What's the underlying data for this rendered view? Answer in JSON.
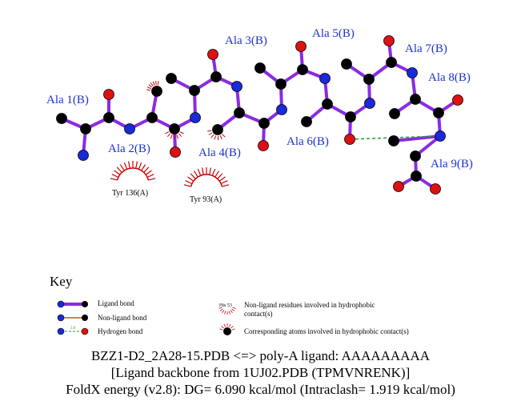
{
  "residues": [
    "Ala 1(B)",
    "Ala 2(B)",
    "Ala 3(B)",
    "Ala 4(B)",
    "Ala 5(B)",
    "Ala 6(B)",
    "Ala 7(B)",
    "Ala 8(B)",
    "Ala 9(B)"
  ],
  "contact_residues": [
    "Tyr 136(A)",
    "Tyr 93(A)"
  ],
  "key": {
    "title": "Key",
    "ligand_bond": "Ligand bond",
    "non_ligand_bond": "Non-ligand bond",
    "hydrogen_bond": "Hydrogen bond",
    "hbond_distance": "3.0",
    "example_residue": "His 53",
    "nonligand_residues": "Non-ligand residues involved in hydrophobic",
    "nonligand_residues_2": "contact(s)",
    "corresponding_atoms": "Corresponding atoms involved in hydrophobic contact(s)"
  },
  "captions": [
    "BZZ1-D2_2A28-15.PDB <=> poly-A ligand: AAAAAAAAA",
    "[Ligand backbone from 1UJ02.PDB (TPMVNRENK)]",
    "FoldX energy (v2.8): DG= 6.090 kcal/mol (Intraclash= 1.919 kcal/mol)"
  ],
  "colors": {
    "ligand_bond": "#8a2be2",
    "non_ligand_bond": "#d2872a",
    "hydrogen_bond": "#2a9a2a",
    "carbon": "#000000",
    "nitrogen": "#1a2ad8",
    "oxygen": "#dd1111",
    "hydrophobic_arc": "#cc0000",
    "residue_label": "#1a33cc"
  }
}
